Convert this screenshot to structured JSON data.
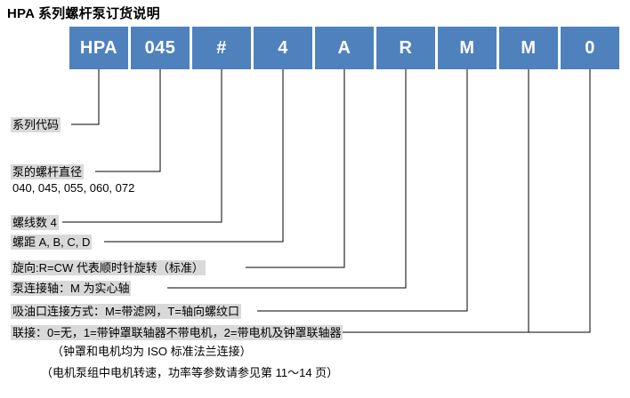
{
  "title": "HPA 系列螺杆泵订货说明",
  "code_boxes": [
    {
      "name": "series-code",
      "value": "HPA"
    },
    {
      "name": "screw-diameter",
      "value": "045"
    },
    {
      "name": "design-variant",
      "value": "#"
    },
    {
      "name": "thread-count",
      "value": "4"
    },
    {
      "name": "thread-pitch",
      "value": "A"
    },
    {
      "name": "rotation",
      "value": "R"
    },
    {
      "name": "shaft-type",
      "value": "M"
    },
    {
      "name": "suction-port",
      "value": "M"
    },
    {
      "name": "coupling",
      "value": "0"
    }
  ],
  "labels": [
    {
      "name": "series-code-label",
      "text": "系列代码"
    },
    {
      "name": "screw-diameter-label",
      "text": "泵的螺杆直径"
    },
    {
      "name": "screw-diameter-values",
      "text": "040, 045, 055, 060, 072"
    },
    {
      "name": "thread-count-label",
      "text": "螺线数 4"
    },
    {
      "name": "thread-pitch-label",
      "text": "螺距 A, B, C, D"
    },
    {
      "name": "rotation-label",
      "text": "旋向:R=CW 代表顺时针旋转（标准）"
    },
    {
      "name": "shaft-type-label",
      "text": "泵连接轴：M 为实心轴"
    },
    {
      "name": "suction-port-label",
      "text": "吸油口连接方式：M=带滤网，T=轴向螺纹口"
    },
    {
      "name": "coupling-label",
      "text": "联接：0=无，1=带钟罩联轴器不带电机，2=带电机及钟罩联轴器"
    }
  ],
  "notes": [
    {
      "name": "note-iso-flange",
      "text": "（钟罩和电机均为 ISO 标准法兰连接）"
    },
    {
      "name": "note-motor-specs",
      "text": "（电机泵组中电机转速，功率等参数请参见第 11～14 页）"
    }
  ],
  "colors": {
    "box_fill": "#4f81bd",
    "box_text": "#ffffff",
    "label_highlight": "#d9d9d9",
    "leader_line": "#000000",
    "background": "#ffffff"
  }
}
